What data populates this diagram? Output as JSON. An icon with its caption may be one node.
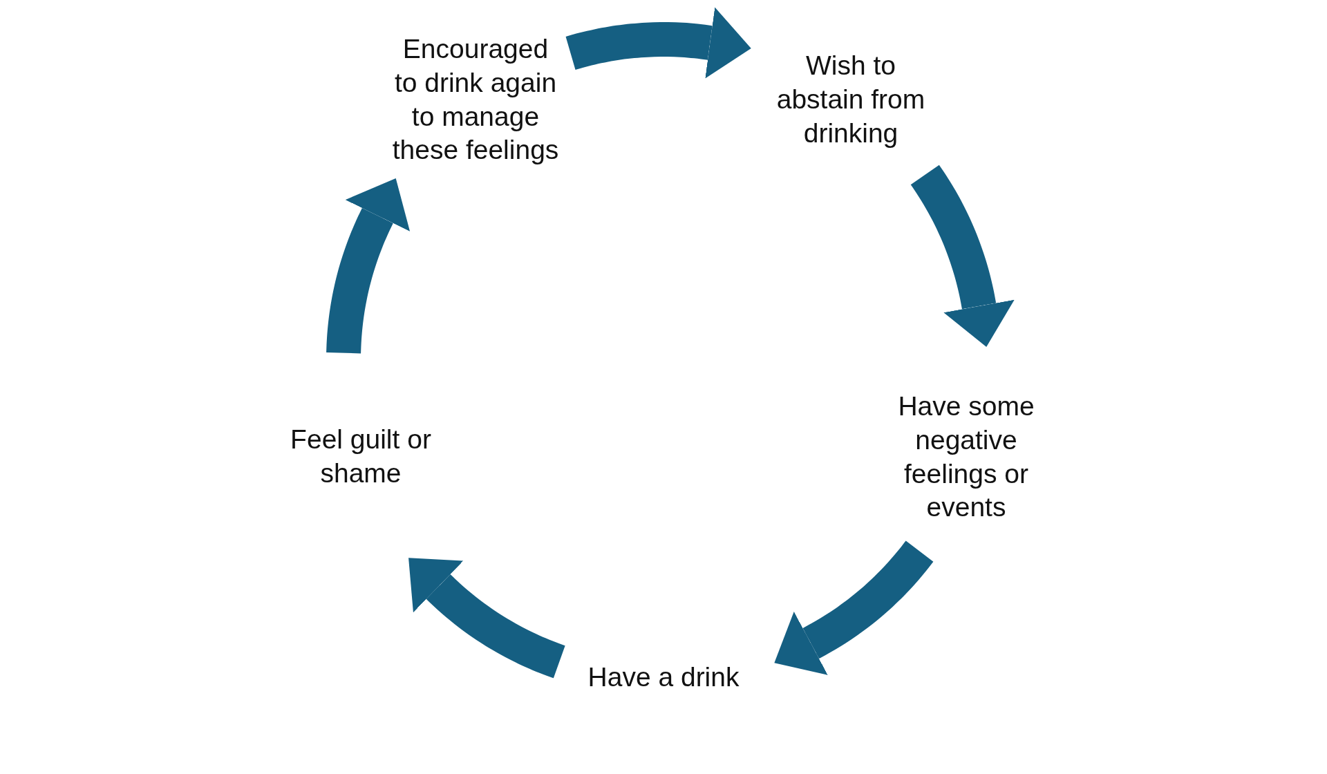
{
  "diagram": {
    "nodes": [
      {
        "text": [
          "Wish to abstain from drinking"
        ]
      },
      {
        "text": [
          "Have some negative feelings or events"
        ]
      },
      {
        "text": [
          "Have a drink"
        ]
      },
      {
        "text": [
          "Feel guilt or shame"
        ]
      },
      {
        "text": [
          "Encouraged to drink again to manage these feelings"
        ]
      }
    ],
    "edges": [
      {
        "from": 4,
        "to": 0,
        "arrow": "to"
      },
      {
        "from": 0,
        "to": 1,
        "arrow": "to"
      },
      {
        "from": 1,
        "to": 2,
        "arrow": "to"
      },
      {
        "from": 2,
        "to": 3,
        "arrow": "to"
      },
      {
        "from": 3,
        "to": 4,
        "arrow": "to"
      }
    ]
  }
}
